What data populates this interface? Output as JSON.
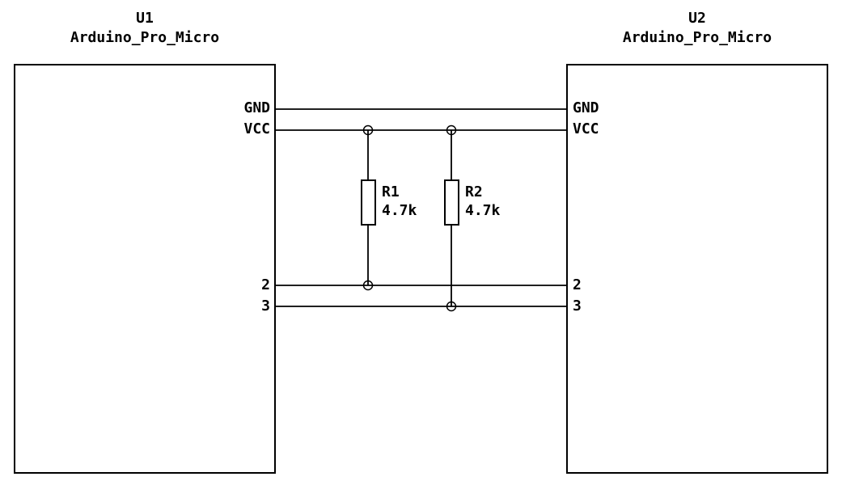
{
  "schematic": {
    "components": [
      {
        "ref": "U1",
        "value": "Arduino_Pro_Micro",
        "pins": [
          "GND",
          "VCC",
          "2",
          "3"
        ]
      },
      {
        "ref": "U2",
        "value": "Arduino_Pro_Micro",
        "pins": [
          "GND",
          "VCC",
          "2",
          "3"
        ]
      }
    ],
    "resistors": [
      {
        "ref": "R1",
        "value": "4.7k"
      },
      {
        "ref": "R2",
        "value": "4.7k"
      }
    ],
    "colors": {
      "wire": "#000000",
      "background": "#ffffff"
    }
  }
}
